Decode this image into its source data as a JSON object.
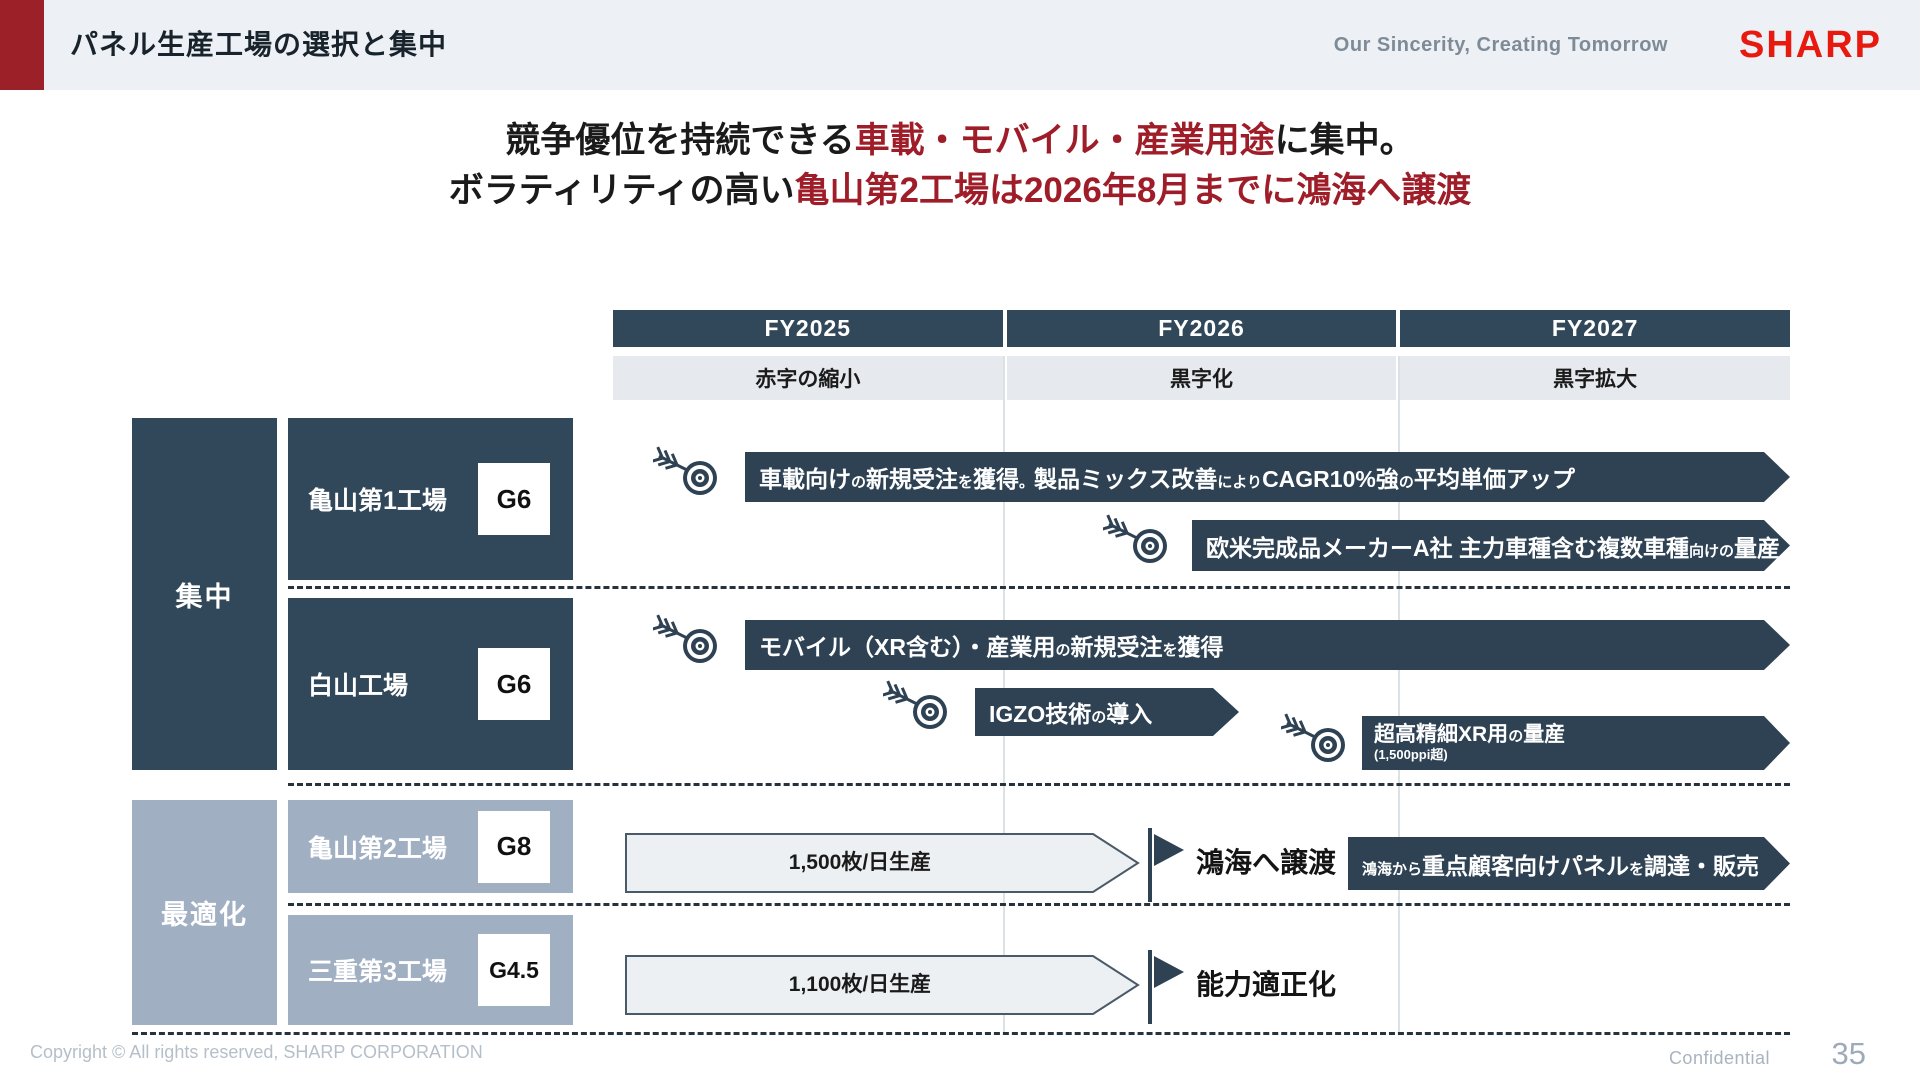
{
  "header": {
    "title": "パネル生産工場の選択と集中",
    "tagline": "Our Sincerity, Creating Tomorrow",
    "logo": "SHARP"
  },
  "headline": {
    "line1": [
      {
        "t": "競争優位を持続できる",
        "cls": "dk"
      },
      {
        "t": "車載・モバイル・産業用途",
        "cls": "red"
      },
      {
        "t": "に集中。",
        "cls": "dk"
      }
    ],
    "line2": [
      {
        "t": "ボラティリティの高い",
        "cls": "dk"
      },
      {
        "t": "亀山第2工場は2026年8月までに鴻海へ譲渡",
        "cls": "red"
      }
    ]
  },
  "timeline": {
    "years": [
      "FY2025",
      "FY2026",
      "FY2027"
    ],
    "statuses": [
      "赤字の縮小",
      "黒字化",
      "黒字拡大"
    ]
  },
  "groups": [
    {
      "label": "集中"
    },
    {
      "label": "最適化"
    }
  ],
  "factories": [
    {
      "name": "亀山第1工場",
      "gen": "G6"
    },
    {
      "name": "白山工場",
      "gen": "G6"
    },
    {
      "name": "亀山第2工場",
      "gen": "G8"
    },
    {
      "name": "三重第3工場",
      "gen": "G4.5"
    }
  ],
  "banners": [
    {
      "segments": [
        {
          "t": "車載向け",
          "cls": "em"
        },
        {
          "t": "の",
          "cls": "sm"
        },
        {
          "t": "新規受注",
          "cls": "em"
        },
        {
          "t": "を",
          "cls": "sm"
        },
        {
          "t": "獲得",
          "cls": "em"
        },
        {
          "t": "。",
          "cls": "sm"
        },
        {
          "t": "製品ミックス改善",
          "cls": "em"
        },
        {
          "t": "により",
          "cls": "sm"
        },
        {
          "t": "CAGR10%強",
          "cls": "em"
        },
        {
          "t": "の",
          "cls": "sm"
        },
        {
          "t": "平均単価アップ",
          "cls": "em"
        }
      ]
    },
    {
      "segments": [
        {
          "t": "欧米完成品メーカーA社 主力車種含む複数車種",
          "cls": "em"
        },
        {
          "t": "向けの",
          "cls": "sm"
        },
        {
          "t": "量産",
          "cls": "em"
        }
      ]
    },
    {
      "segments": [
        {
          "t": "モバイル（XR含む）・産業用",
          "cls": "em"
        },
        {
          "t": "の",
          "cls": "sm"
        },
        {
          "t": "新規受注",
          "cls": "em"
        },
        {
          "t": "を",
          "cls": "sm"
        },
        {
          "t": "獲得",
          "cls": "em"
        }
      ]
    },
    {
      "segments": [
        {
          "t": "IGZO技術",
          "cls": "em"
        },
        {
          "t": "の",
          "cls": "sm"
        },
        {
          "t": "導入",
          "cls": "em"
        }
      ]
    },
    {
      "segments": [
        {
          "t": "超高精細XR用",
          "cls": "em"
        },
        {
          "t": "の",
          "cls": "sm"
        },
        {
          "t": "量産",
          "cls": "em"
        }
      ],
      "note": "(1,500ppi超)"
    },
    {
      "segments": [
        {
          "t": "鴻海から",
          "cls": "sm"
        },
        {
          "t": "重点顧客向けパネル",
          "cls": "em"
        },
        {
          "t": "を",
          "cls": "sm"
        },
        {
          "t": "調達・販売",
          "cls": "em"
        }
      ]
    }
  ],
  "production": [
    {
      "label": "1,500枚/日生産",
      "milestone": "鴻海へ譲渡"
    },
    {
      "label": "1,100枚/日生産",
      "milestone": "能力適正化"
    }
  ],
  "footer": {
    "copyright": "Copyright © All rights reserved, SHARP CORPORATION",
    "confidential": "Confidential",
    "page": "35"
  },
  "colors": {
    "accent_red": "#9B2028",
    "logo_red": "#E8190F",
    "headline_red": "#9E1D28",
    "dark_navy": "#31475A",
    "light_slate": "#A0AFC2"
  }
}
